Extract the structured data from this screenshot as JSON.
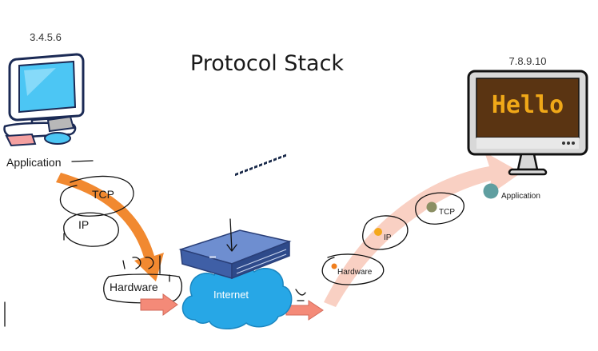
{
  "title": "Protocol Stack",
  "sender": {
    "address": "3.4.5.6",
    "layers": {
      "application": "Application",
      "tcp": "TCP",
      "ip": "IP",
      "hardware": "Hardware"
    }
  },
  "network": {
    "cloud_label": "Internet"
  },
  "receiver": {
    "address": "7.8.9.10",
    "screen_text": "Hello",
    "layers": {
      "hardware": "Hardware",
      "ip": "IP",
      "tcp": "TCP",
      "application": "Application"
    }
  },
  "colors": {
    "down_arrow": "#f07f1e",
    "up_arrow": "#f8c8b8",
    "small_arrow": "#f48a78",
    "cloud": "#27a7e6",
    "switch": "#4f74b8",
    "monitor_screen": "#4cc6f4",
    "hello_screen": "#5a3412",
    "hello_text": "#f0a818",
    "dot_hardware": "#f07f1e",
    "dot_ip": "#f4a81c",
    "dot_tcp": "#8b8f64",
    "dot_application": "#5f9ea0"
  },
  "icons": {
    "sender_computer": "desktop-computer-icon",
    "receiver_monitor": "monitor-icon",
    "network_switch": "network-switch-icon",
    "internet_cloud": "cloud-icon"
  }
}
